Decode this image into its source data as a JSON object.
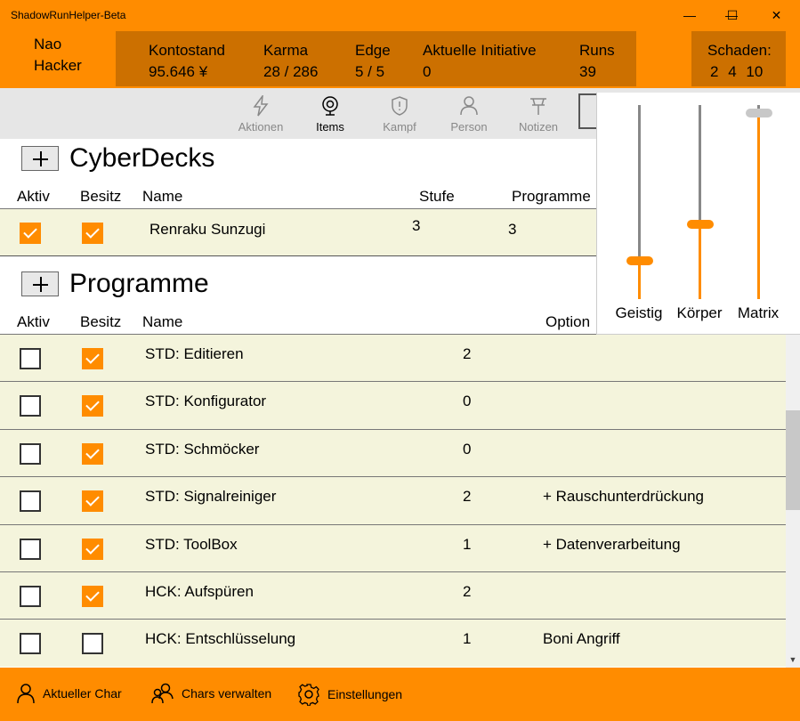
{
  "window": {
    "title": "ShadowRunHelper-Beta",
    "minimize": "—",
    "maximize": "☐",
    "close": "✕"
  },
  "character": {
    "first_name": "Nao",
    "last_name": "Hacker"
  },
  "stats": {
    "kontostand_label": "Kontostand",
    "kontostand_value": "95.646 ¥",
    "karma_label": "Karma",
    "karma_value": "28 / 286",
    "edge_label": "Edge",
    "edge_value": "5 / 5",
    "initiative_label": "Aktuelle Initiative",
    "initiative_value": "0",
    "runs_label": "Runs",
    "runs_value": "39"
  },
  "damage": {
    "label": "Schaden:",
    "values": [
      "2",
      "4",
      "10"
    ]
  },
  "nav": {
    "items": [
      {
        "label": "Aktionen",
        "icon": "lightning-icon",
        "active": false
      },
      {
        "label": "Items",
        "icon": "webcam-icon",
        "active": true
      },
      {
        "label": "Kampf",
        "icon": "shield-icon",
        "active": false
      },
      {
        "label": "Person",
        "icon": "person-icon",
        "active": false
      },
      {
        "label": "Notizen",
        "icon": "pin-icon",
        "active": false
      }
    ]
  },
  "cyberdecks": {
    "title": "CyberDecks",
    "columns": {
      "aktiv": "Aktiv",
      "besitz": "Besitz",
      "name": "Name",
      "stufe": "Stufe",
      "programme": "Programme"
    },
    "rows": [
      {
        "aktiv": true,
        "besitz": true,
        "name": "Renraku Sunzugi",
        "stufe": "3",
        "programme": "3"
      }
    ]
  },
  "programme": {
    "title": "Programme",
    "columns": {
      "aktiv": "Aktiv",
      "besitz": "Besitz",
      "name": "Name",
      "option": "Option"
    },
    "rows": [
      {
        "aktiv": false,
        "besitz": true,
        "name": "STD: Editieren",
        "stufe": "2",
        "option": ""
      },
      {
        "aktiv": false,
        "besitz": true,
        "name": "STD: Konfigurator",
        "stufe": "0",
        "option": ""
      },
      {
        "aktiv": false,
        "besitz": true,
        "name": "STD: Schmöcker",
        "stufe": "0",
        "option": ""
      },
      {
        "aktiv": false,
        "besitz": true,
        "name": "STD: Signalreiniger",
        "stufe": "2",
        "option": "+ Rauschunterdrückung"
      },
      {
        "aktiv": false,
        "besitz": true,
        "name": "STD: ToolBox",
        "stufe": "1",
        "option": "+ Datenverarbeitung"
      },
      {
        "aktiv": false,
        "besitz": true,
        "name": "HCK: Aufspüren",
        "stufe": "2",
        "option": ""
      },
      {
        "aktiv": false,
        "besitz": false,
        "name": "HCK: Entschlüsselung",
        "stufe": "1",
        "option": "Boni Angriff"
      }
    ]
  },
  "damage_sliders": [
    {
      "label": "Geistig",
      "level": 0.2
    },
    {
      "label": "Körper",
      "level": 0.4
    },
    {
      "label": "Matrix",
      "level": 1.0
    }
  ],
  "footer": {
    "aktueller_char": "Aktueller Char",
    "chars_verwalten": "Chars verwalten",
    "einstellungen": "Einstellungen"
  },
  "colors": {
    "accent": "#ff8c00",
    "accent_dark": "#cc7000",
    "row_bg": "#f4f4dc"
  }
}
